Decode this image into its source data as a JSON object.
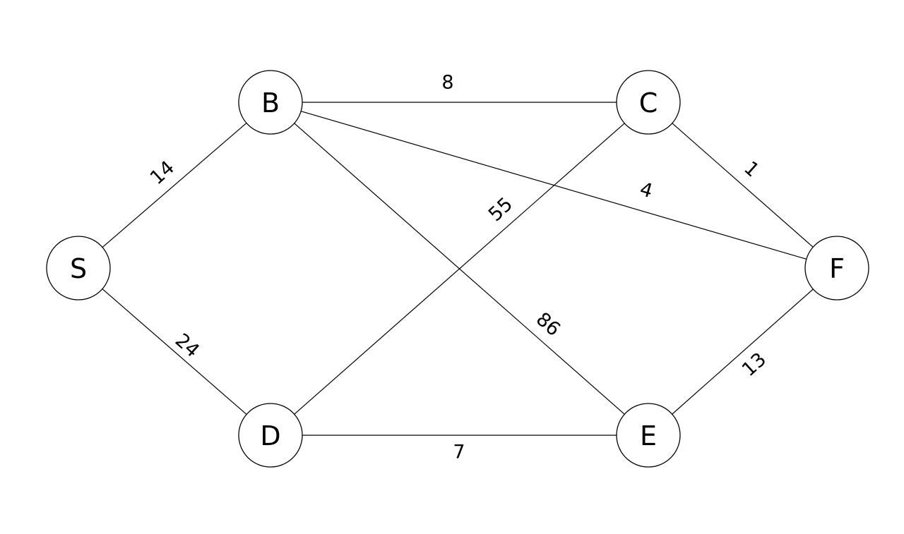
{
  "graph": {
    "nodes": [
      {
        "id": "S",
        "label": "S"
      },
      {
        "id": "B",
        "label": "B"
      },
      {
        "id": "C",
        "label": "C"
      },
      {
        "id": "D",
        "label": "D"
      },
      {
        "id": "E",
        "label": "E"
      },
      {
        "id": "F",
        "label": "F"
      }
    ],
    "edges": [
      {
        "from": "S",
        "to": "B",
        "weight": "14"
      },
      {
        "from": "S",
        "to": "D",
        "weight": "24"
      },
      {
        "from": "B",
        "to": "C",
        "weight": "8"
      },
      {
        "from": "B",
        "to": "F",
        "weight": "4"
      },
      {
        "from": "B",
        "to": "E",
        "weight": "86"
      },
      {
        "from": "C",
        "to": "D",
        "weight": "55"
      },
      {
        "from": "C",
        "to": "F",
        "weight": "1"
      },
      {
        "from": "D",
        "to": "E",
        "weight": "7"
      },
      {
        "from": "E",
        "to": "F",
        "weight": "13"
      }
    ]
  }
}
